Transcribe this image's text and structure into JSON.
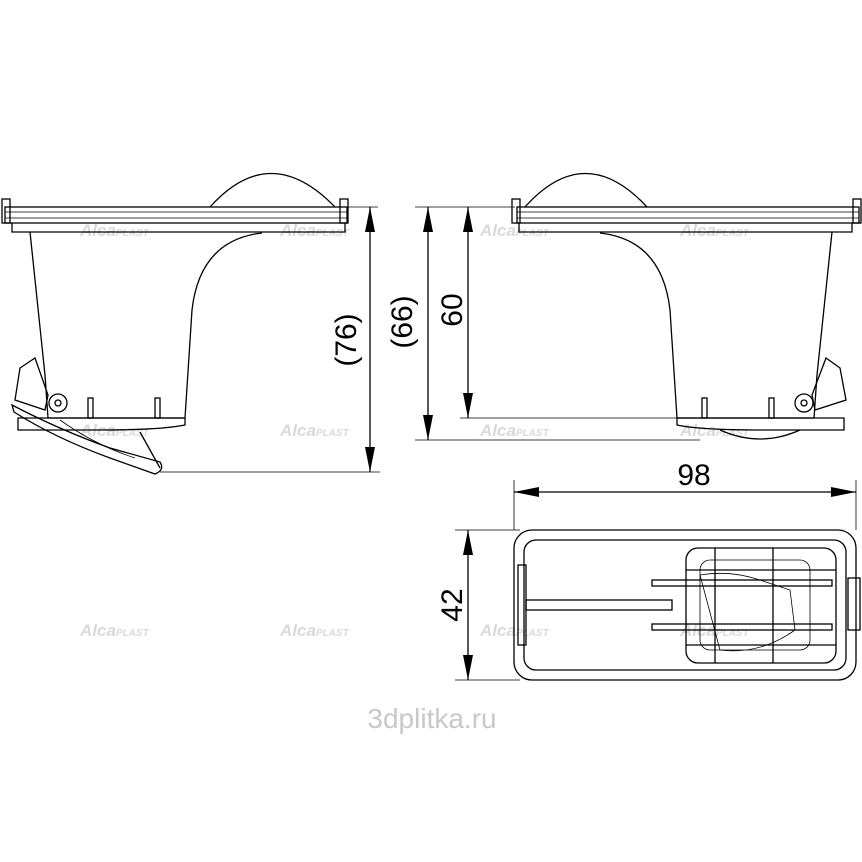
{
  "dimensions": {
    "height_total": "(76)",
    "height_outlet": "(66)",
    "height_body": "60",
    "length": "98",
    "width": "42"
  },
  "watermark": {
    "brand_a": "Alca",
    "brand_b": "PLAST",
    "site": "3dplitka.ru"
  }
}
